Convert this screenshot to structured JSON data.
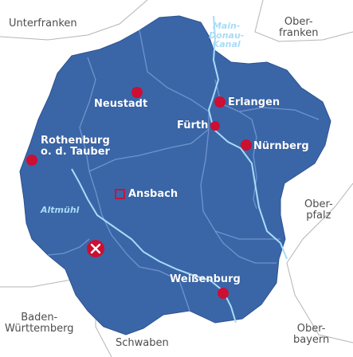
{
  "map": {
    "neighbors": {
      "unterfranken": "Unterfranken",
      "oberfranken": [
        "Ober-",
        "franken"
      ],
      "oberpfalz": [
        "Ober-",
        "pfalz"
      ],
      "oberbayern": [
        "Ober-",
        "bayern"
      ],
      "schwaben": "Schwaben",
      "baden_wuerttemberg": [
        "Baden-",
        "Württemberg"
      ]
    },
    "waterways": {
      "main_donau_kanal": [
        "Main-",
        "Donau-",
        "Kanal"
      ],
      "altmuehl": "Altmühl"
    },
    "cities": {
      "neustadt": "Neustadt",
      "erlangen": "Erlangen",
      "fuerth": "Fürth",
      "nuernberg": "Nürnberg",
      "rothenburg": [
        "Rothenburg",
        "o. d. Tauber"
      ],
      "ansbach": "Ansbach",
      "weissenburg": "Weißenburg"
    },
    "marker": "x",
    "colors": {
      "region_fill": "#3a66a8",
      "district_lines": "#6f94cc",
      "river": "#a8dcf6",
      "city_dot": "#cc0f32",
      "outside_border": "#b5b5b5"
    }
  }
}
